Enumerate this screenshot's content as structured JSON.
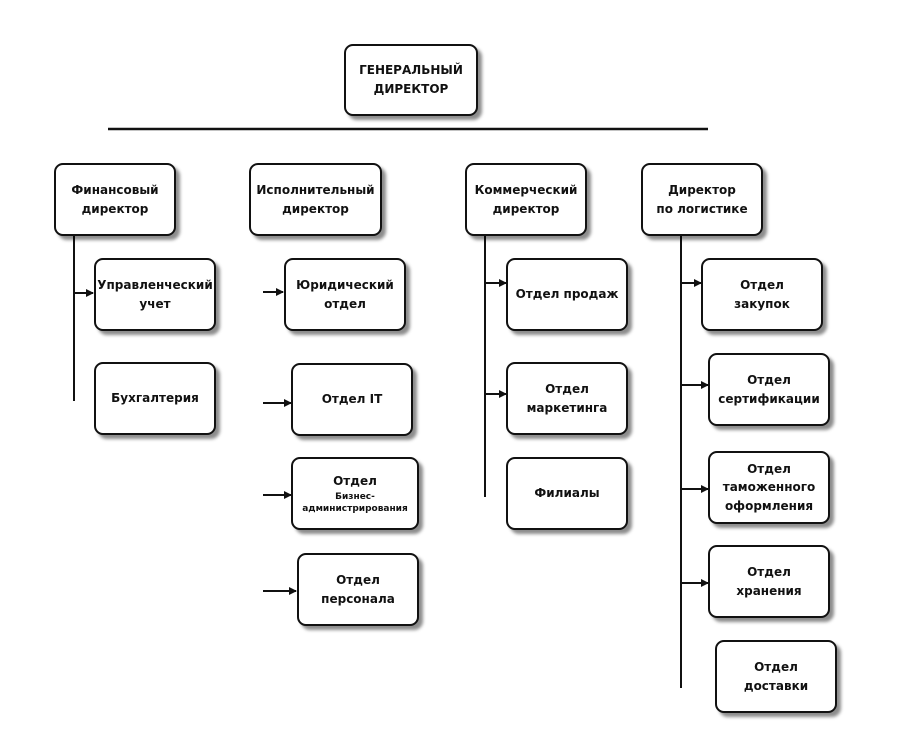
{
  "general_director": "ГЕНЕРАЛЬНЫЙ\nДИРЕКТОР",
  "columns": [
    {
      "head": "Финансовый\nдиректор",
      "units": [
        "Управленческий\nучет",
        "Бухгалтерия"
      ]
    },
    {
      "head": "Исполнительный\nдиректор",
      "units": [
        "Юридический\nотдел",
        "Отдел IT",
        "Отдел",
        "Отдел\nперсонала"
      ],
      "units_small": {
        "2": "Бизнес-\nадминистрирования"
      }
    },
    {
      "head": "Коммерческий\nдиректор",
      "units": [
        "Отдел продаж",
        "Отдел\nмаркетинга",
        "Филиалы"
      ]
    },
    {
      "head": "Директор\nпо логистике",
      "units": [
        "Отдел\nзакупок",
        "Отдел\nсертификации",
        "Отдел\nтаможенного\nоформления",
        "Отдел\nхранения",
        "Отдел\nдоставки"
      ]
    }
  ]
}
